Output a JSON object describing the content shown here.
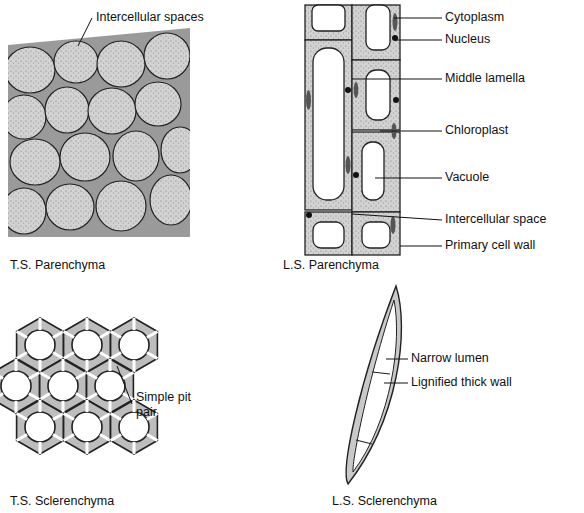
{
  "diagram": {
    "labels": [
      "Intercellular spaces",
      "Cytoplasm",
      "Nucleus",
      "Middle lamella",
      "Chloroplast",
      "Vacuole",
      "Intercellular space",
      "Primary cell wall",
      "T.S. Parenchyma",
      "L.S. Parenchyma",
      "Simple pit pair",
      "Narrow lumen",
      "Lignified thick wall",
      "T.S. Sclerenchyma",
      "L.S. Sclerenchyma"
    ]
  }
}
